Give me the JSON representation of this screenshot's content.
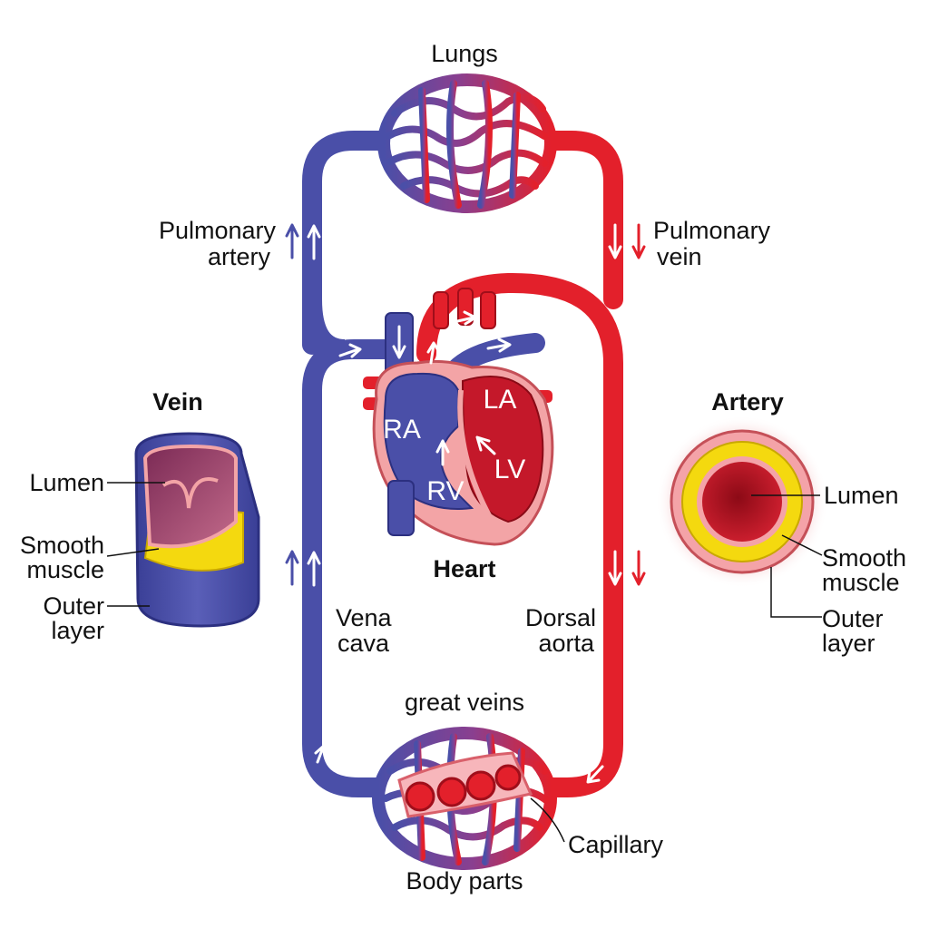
{
  "colors": {
    "deoxygenated": "#4a4fa8",
    "oxygenated": "#e3202b",
    "muscle": "#f4d90f",
    "lumen_vein": "#9c3a63",
    "lumen_artery": "#b01020",
    "tissue": "#f4a3a8"
  },
  "labels": {
    "lungs": "Lungs",
    "pulmonary_artery": [
      "Pulmonary",
      "artery"
    ],
    "pulmonary_vein": [
      "Pulmonary",
      "vein"
    ],
    "vena_cava": [
      "Vena",
      "cava"
    ],
    "dorsal_aorta": [
      "Dorsal",
      "aorta"
    ],
    "great_veins": "great veins",
    "capillary": "Capillary",
    "body_parts": "Body parts",
    "heart": "Heart"
  },
  "heart_chambers": {
    "ra": "RA",
    "rv": "RV",
    "la": "LA",
    "lv": "LV"
  },
  "vein_panel": {
    "title": "Vein",
    "lumen": "Lumen",
    "smooth_muscle": [
      "Smooth",
      "muscle"
    ],
    "outer_layer": [
      "Outer",
      "layer"
    ]
  },
  "artery_panel": {
    "title": "Artery",
    "lumen": "Lumen",
    "smooth_muscle": [
      "Smooth",
      "muscle"
    ],
    "outer_layer": [
      "Outer",
      "layer"
    ]
  }
}
